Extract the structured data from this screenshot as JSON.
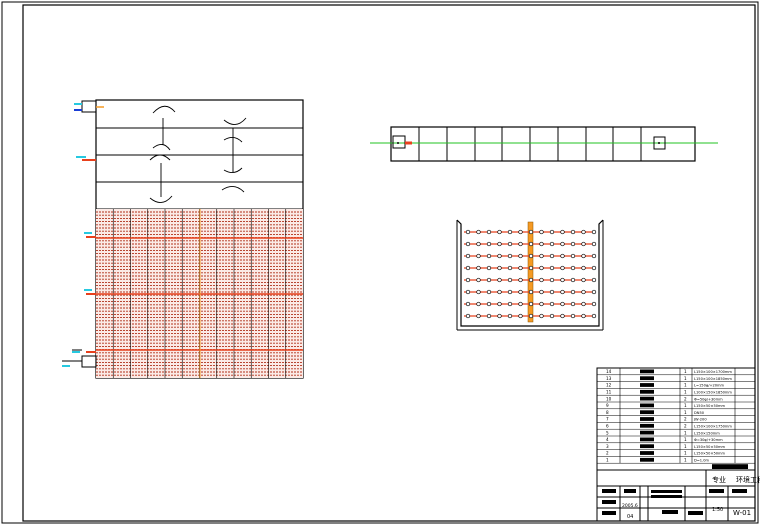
{
  "title_block": {
    "header_left": "专业",
    "header_right": "环境工程",
    "drawing_no": "W-01",
    "scale": "1:50",
    "sheet_count": "04",
    "date": "2005.6"
  },
  "bom": {
    "rows": [
      {
        "no": "14",
        "qty": "1",
        "spec": "L150×100×1700mm"
      },
      {
        "no": "13",
        "qty": "1",
        "spec": "L150×100×1850mm"
      },
      {
        "no": "12",
        "qty": "1",
        "spec": "L=150φ/+20mm"
      },
      {
        "no": "11",
        "qty": "1",
        "spec": "L100×150×1850mm"
      },
      {
        "no": "10",
        "qty": "2",
        "spec": "Φ=50φ/+30mm"
      },
      {
        "no": "9",
        "qty": "1",
        "spec": "L150×50×50mm"
      },
      {
        "no": "8",
        "qty": "1",
        "spec": "DN50"
      },
      {
        "no": "7",
        "qty": "2",
        "spec": "JW-200"
      },
      {
        "no": "6",
        "qty": "2",
        "spec": "L150×100×1750mm"
      },
      {
        "no": "5",
        "qty": "1",
        "spec": "L150×150mm"
      },
      {
        "no": "4",
        "qty": "1",
        "spec": "Φ=30φ/+30mm"
      },
      {
        "no": "3",
        "qty": "1",
        "spec": "L150×50×50mm"
      },
      {
        "no": "2",
        "qty": "1",
        "spec": "L150×50×50mm"
      },
      {
        "no": "1",
        "qty": "1",
        "spec": "D=1.0m"
      }
    ]
  },
  "colors": {
    "frame": "#000000",
    "pipe_red": "#e8401c",
    "pipe_orange": "#f59a24",
    "axis_green": "#22c322",
    "media_red": "#b0301a",
    "accent_cyan": "#27c9e0"
  }
}
